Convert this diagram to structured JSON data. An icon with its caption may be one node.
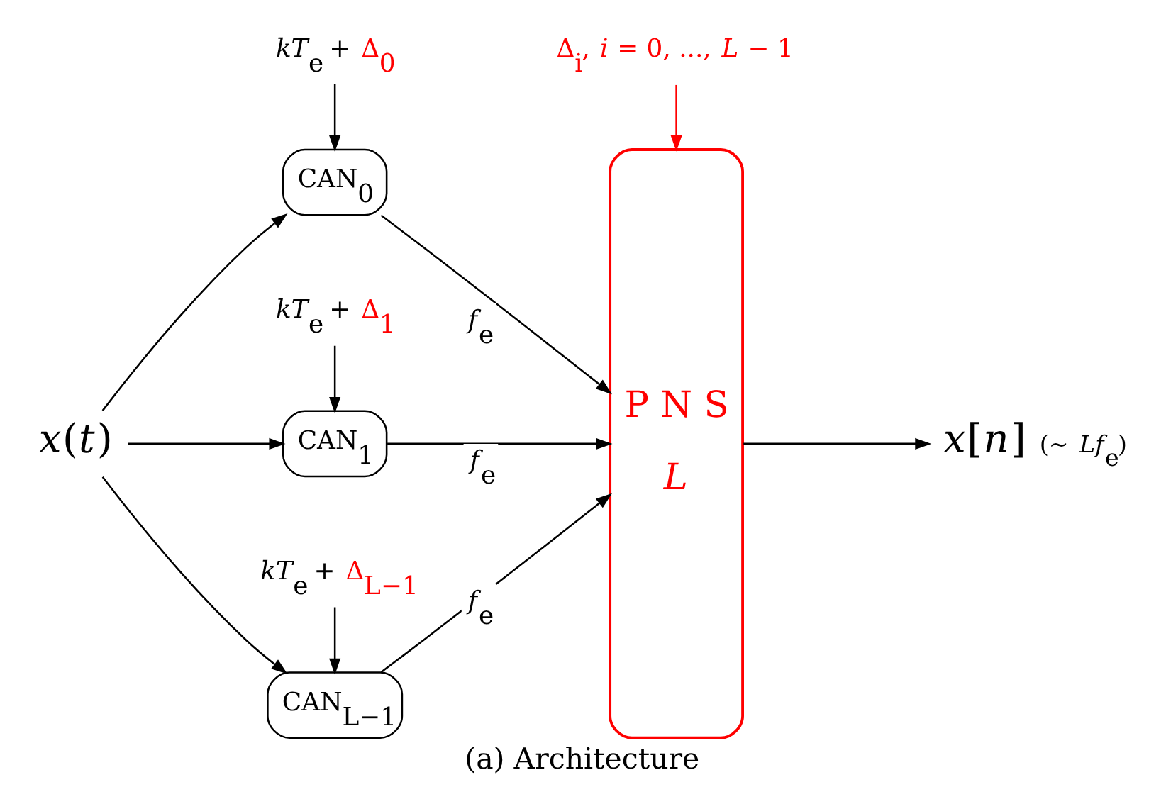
{
  "diagram": {
    "caption": "(a) Architecture",
    "nodes": [
      {
        "text": [
          "*x*(*t*)"
        ]
      },
      {
        "text": [
          "CAN$_{0}$"
        ]
      },
      {
        "text": [
          "CAN$_{1}$"
        ]
      },
      {
        "text": [
          "CAN$_{L−1}$"
        ]
      },
      {
        "text": [
          "P N S",
          "*L*"
        ]
      },
      {
        "text": [
          "*kT*$_{e}$ +",
          "Δ$_{0}$"
        ]
      },
      {
        "text": [
          "*kT*$_{e}$ +",
          "Δ$_{1}$"
        ]
      },
      {
        "text": [
          "*kT*$_{e}$ +",
          "Δ$_{L−1}$"
        ]
      },
      {
        "text": [
          "Δ$_{i}$, *i* = 0, ..., *L* − 1"
        ]
      },
      {
        "text": [
          "*x*[*n*]"
        ],
        "beside": [
          "(∼ *Lf*$_{e}$)"
        ]
      }
    ],
    "edges": [
      {
        "from": 0,
        "to": 1,
        "arrow": "to"
      },
      {
        "from": 0,
        "to": 2,
        "arrow": "to"
      },
      {
        "from": 0,
        "to": 3,
        "arrow": "to"
      },
      {
        "from": 5,
        "to": 1,
        "arrow": "to"
      },
      {
        "from": 6,
        "to": 2,
        "arrow": "to"
      },
      {
        "from": 7,
        "to": 3,
        "arrow": "to"
      },
      {
        "from": 1,
        "to": 4,
        "arrow": "to",
        "label": "*f*$_{e}$"
      },
      {
        "from": 2,
        "to": 4,
        "arrow": "to",
        "label": "*f*$_{e}$"
      },
      {
        "from": 3,
        "to": 4,
        "arrow": "to",
        "label": "*f*$_{e}$"
      },
      {
        "from": 8,
        "to": 4,
        "arrow": "to",
        "color": "#ff0000"
      },
      {
        "from": 4,
        "to": 9,
        "arrow": "to"
      }
    ]
  }
}
